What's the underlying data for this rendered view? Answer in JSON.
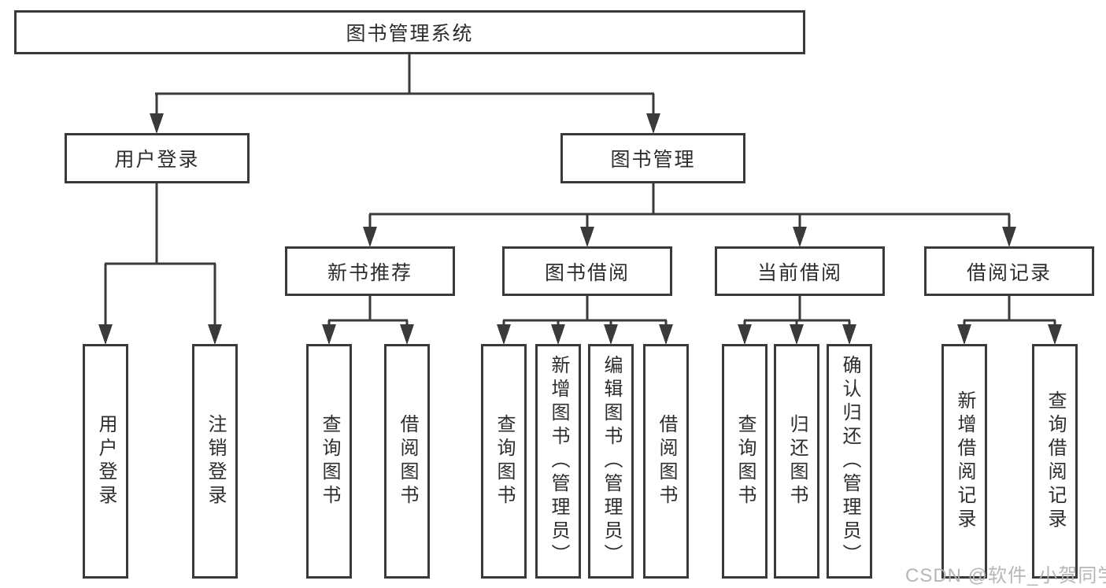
{
  "nodes": {
    "root": {
      "label": "图书管理系统"
    },
    "level2": [
      {
        "label": "用户登录"
      },
      {
        "label": "图书管理"
      }
    ],
    "level3": [
      {
        "label": "新书推荐"
      },
      {
        "label": "图书借阅"
      },
      {
        "label": "当前借阅"
      },
      {
        "label": "借阅记录"
      }
    ],
    "level4": [
      {
        "label": "用户登录"
      },
      {
        "label": "注销登录"
      },
      {
        "label": "查询图书"
      },
      {
        "label": "借阅图书"
      },
      {
        "label": "查询图书"
      },
      {
        "label": "新增图书（管理员）"
      },
      {
        "label": "编辑图书（管理员）"
      },
      {
        "label": "借阅图书"
      },
      {
        "label": "查询图书"
      },
      {
        "label": "归还图书"
      },
      {
        "label": "确认归还（管理员）"
      },
      {
        "label": "新增借阅记录"
      },
      {
        "label": "查询借阅记录"
      }
    ]
  },
  "watermark": {
    "text": "CSDN @软件_小贺同学"
  },
  "colors": {
    "line": "#3a3a3a",
    "text": "#2d2d2d",
    "watermark": "#b0b0b0",
    "background": "#ffffff"
  }
}
